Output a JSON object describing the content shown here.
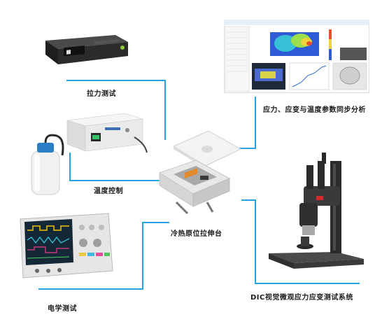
{
  "labels": {
    "tensile_test": "拉力测试",
    "temperature_control": "温度控制",
    "electrical_test": "电学测试",
    "stage": "冷热原位拉伸台",
    "sync_analysis": "应力、应变与温度参数同步分析",
    "dic_system": "DIC视觉微观应力应变测试系统"
  },
  "colors": {
    "connector": "#29a3e0",
    "label_text": "#1a1a1a",
    "device_dark": "#2b2b2b",
    "device_light": "#eeeeee"
  },
  "icons": {
    "tensile_controller": "tensile-controller-icon",
    "temperature_controller": "temperature-controller-icon",
    "liquid_dewar": "liquid-dewar-icon",
    "oscilloscope": "oscilloscope-icon",
    "tensile_stage": "tensile-stage-icon",
    "analysis_software": "analysis-software-icon",
    "dic_microscope": "dic-microscope-icon"
  }
}
